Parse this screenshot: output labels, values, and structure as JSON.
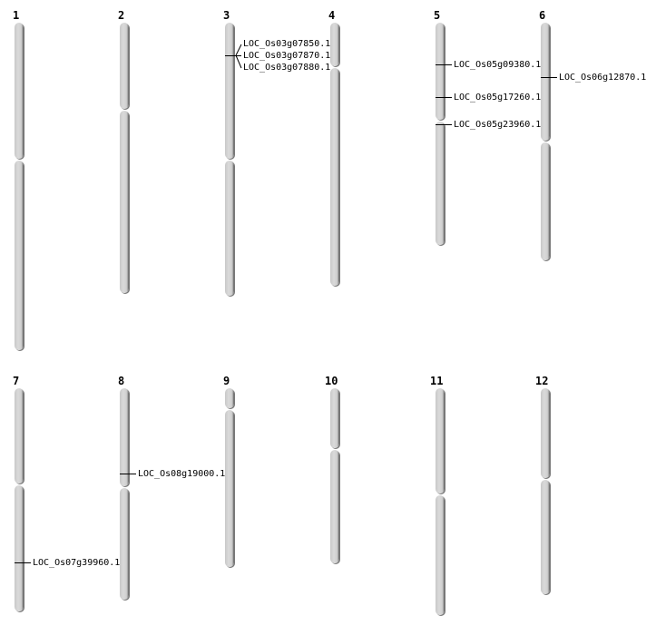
{
  "chromosomes": [
    {
      "name": "1",
      "genes": []
    },
    {
      "name": "2",
      "genes": []
    },
    {
      "name": "3",
      "genes": [
        "LOC_Os03g07850.1",
        "LOC_Os03g07870.1",
        "LOC_Os03g07880.1"
      ]
    },
    {
      "name": "4",
      "genes": []
    },
    {
      "name": "5",
      "genes": [
        "LOC_Os05g09380.1",
        "LOC_Os05g17260.1",
        "LOC_Os05g23960.1"
      ]
    },
    {
      "name": "6",
      "genes": [
        "LOC_Os06g12870.1"
      ]
    },
    {
      "name": "7",
      "genes": [
        "LOC_Os07g39960.1"
      ]
    },
    {
      "name": "8",
      "genes": [
        "LOC_Os08g19000.1"
      ]
    },
    {
      "name": "9",
      "genes": []
    },
    {
      "name": "10",
      "genes": []
    },
    {
      "name": "11",
      "genes": []
    },
    {
      "name": "12",
      "genes": []
    }
  ]
}
